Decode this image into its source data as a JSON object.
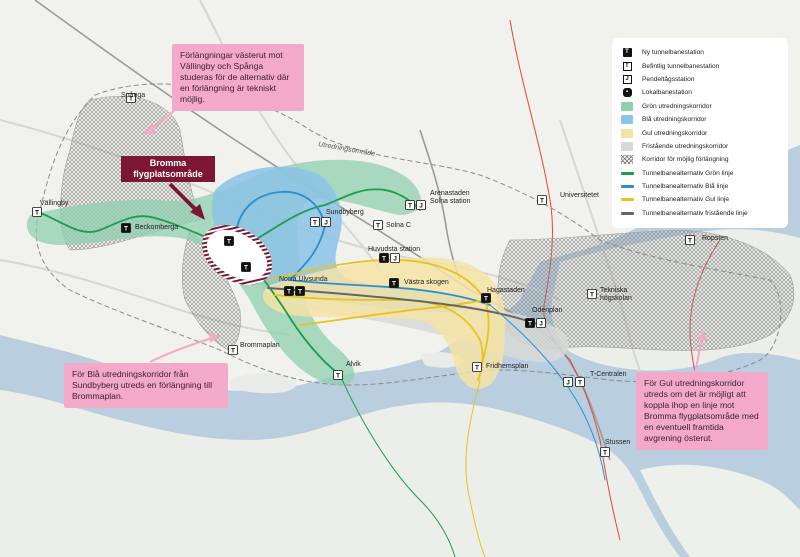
{
  "colors": {
    "water": "#b9cfdf",
    "land": "#f1f2ee",
    "green_corridor": "#8fcfae",
    "blue_corridor": "#8cc3e6",
    "yellow_corridor": "#f5e3a6",
    "independent": "#d7d9d7",
    "green_line": "#1e9e4a",
    "blue_line": "#2a8fd1",
    "yellow_line": "#e8c31d",
    "grey_line": "#666666",
    "red_rail": "#e2473b",
    "bromma": "#7b1733",
    "callout": "#f3a9c9"
  },
  "annotations": {
    "west": "Förlängningar västerut mot Vällingby och Spånga studeras för de alternativ där en förlängning är tekniskt möjlig.",
    "south": "För Blå utredningskorridor från Sundbyberg utreds en förlängning till Brommaplan.",
    "east": "För Gul utredningskorridor utreds om det är möjligt att koppla ihop en linje mot Bromma flygplatsområde med en eventuell framtida avgrening österut.",
    "bromma": "Bromma flygplatsområde",
    "utredningsomrade": "Utredningsområde"
  },
  "places": {
    "spanga": "Spånga",
    "vallingby": "Vällingby",
    "backomberga": "Beckomberga",
    "brommaplan": "Brommaplan",
    "alvik": "Alvik",
    "sundbyberg": "Sundbyberg",
    "solnac": "Solna C",
    "arenastaden": "Arenastaden Solna station",
    "huvudsta": "Huvudsta station",
    "norra_ulvsunda": "Norra Ulvsunda",
    "vastra_skogen": "Västra skogen",
    "hagastaden": "Hagastaden",
    "odenplan": "Odenplan",
    "fridhemsplan": "Fridhemsplan",
    "t_centralen": "T-Centralen",
    "tekniska": "Tekniska högskolan",
    "ropsten": "Ropsten",
    "universitetet": "Universitetet",
    "stussen": "Stussen"
  },
  "legend": [
    {
      "kind": "new",
      "icon": "new-metro-station-icon",
      "label": "Ny tunnelbanestation"
    },
    {
      "kind": "existing",
      "icon": "existing-metro-station-icon",
      "label": "Befintlig tunnelbanestation"
    },
    {
      "kind": "commuter",
      "icon": "commuter-rail-icon",
      "label": "Pendeltågsstation"
    },
    {
      "kind": "local",
      "icon": "local-rail-icon",
      "label": "Lokalbanestation"
    },
    {
      "kind": "swatch",
      "color": "#8fcfae",
      "label": "Grön utredningskorridor"
    },
    {
      "kind": "swatch",
      "color": "#8cc3e6",
      "label": "Blå utredningskorridor"
    },
    {
      "kind": "swatch",
      "color": "#f5e3a6",
      "label": "Gul utredningskorridor"
    },
    {
      "kind": "swatch",
      "color": "#d7d9d7",
      "label": "Fristående utredningskorridor"
    },
    {
      "kind": "hatch",
      "label": "Korridor för möjlig förlängning"
    },
    {
      "kind": "line",
      "color": "#1e9e4a",
      "label": "Tunnelbanealternativ Grön linje"
    },
    {
      "kind": "line",
      "color": "#2a8fd1",
      "label": "Tunnelbanealternativ Blå linje"
    },
    {
      "kind": "line",
      "color": "#e8c31d",
      "label": "Tunnelbanealternativ Gul linje"
    },
    {
      "kind": "line",
      "color": "#666666",
      "label": "Tunnelbanealternativ fristående linje"
    }
  ]
}
